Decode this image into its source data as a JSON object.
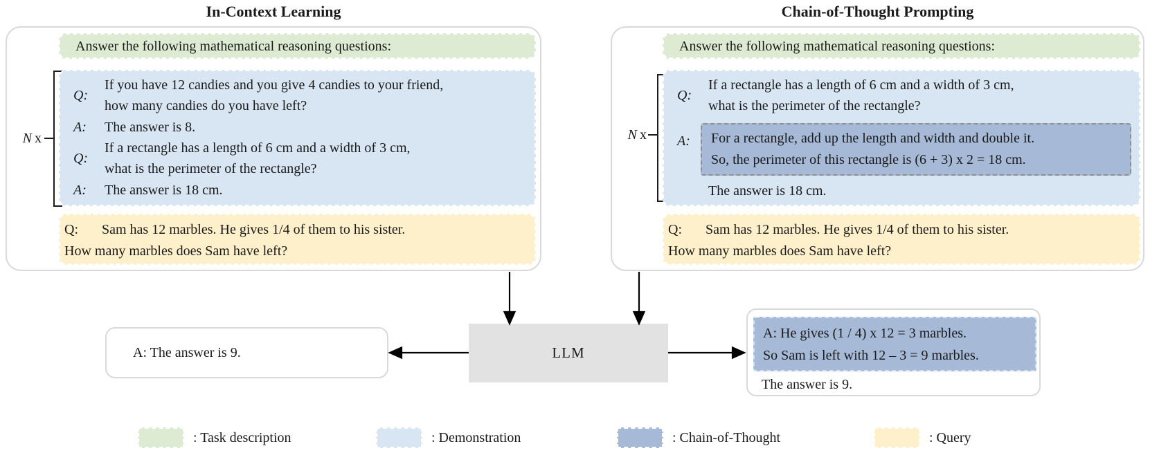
{
  "titles": {
    "left": "In-Context Learning",
    "right": "Chain-of-Thought Prompting"
  },
  "colors": {
    "task": "#dcebd1",
    "demonstration": "#d8e5f2",
    "chain_of_thought": "#a6bad8",
    "query": "#fdf0cb",
    "llm": "#e2e2e2"
  },
  "panels": {
    "icl": {
      "n_label": "N",
      "x_label": "x",
      "task": "Answer the following mathematical reasoning questions:",
      "demos": [
        {
          "label": "Q:",
          "line1": "If you have 12 candies and you give 4 candies to your friend,",
          "line2": "how many candies do you have left?"
        },
        {
          "label": "A:",
          "line1": "The answer is 8."
        },
        {
          "label": "Q:",
          "line1": "If a rectangle has a length of 6 cm and a width of 3 cm,",
          "line2": "what is the perimeter of the rectangle?"
        },
        {
          "label": "A:",
          "line1": "The answer is 18 cm."
        }
      ],
      "query": {
        "label": "Q:",
        "line1": "Sam has 12 marbles. He gives 1/4 of them to his sister.",
        "line2": "How many marbles does Sam have left?"
      }
    },
    "cot": {
      "n_label": "N",
      "x_label": "x",
      "task": "Answer the following mathematical reasoning questions:",
      "question": {
        "label": "Q:",
        "line1": "If a rectangle has a length of 6 cm and a width of 3 cm,",
        "line2": "what is the perimeter of the rectangle?"
      },
      "answer_label": "A:",
      "cot_line1": "For a rectangle, add up the length and width and double it.",
      "cot_line2": "So, the perimeter of this rectangle is (6 + 3) x 2 = 18 cm.",
      "answer_final": "The answer is 18 cm.",
      "query": {
        "label": "Q:",
        "line1": "Sam has 12 marbles. He gives 1/4 of them to his sister.",
        "line2": "How many marbles does Sam have left?"
      }
    }
  },
  "llm": {
    "label": "LLM"
  },
  "outputs": {
    "icl_answer": "A: The answer is 9.",
    "cot_line1": "A: He gives (1 / 4) x 12 = 3 marbles.",
    "cot_line2": "So Sam is left with 12 – 3 = 9 marbles.",
    "cot_final": "The answer is 9."
  },
  "legend": [
    {
      "label": ": Task description",
      "color": "#dcebd1"
    },
    {
      "label": ": Demonstration",
      "color": "#d8e5f2"
    },
    {
      "label": ": Chain-of-Thought",
      "color": "#a6bad8"
    },
    {
      "label": ": Query",
      "color": "#fdf0cb"
    }
  ]
}
